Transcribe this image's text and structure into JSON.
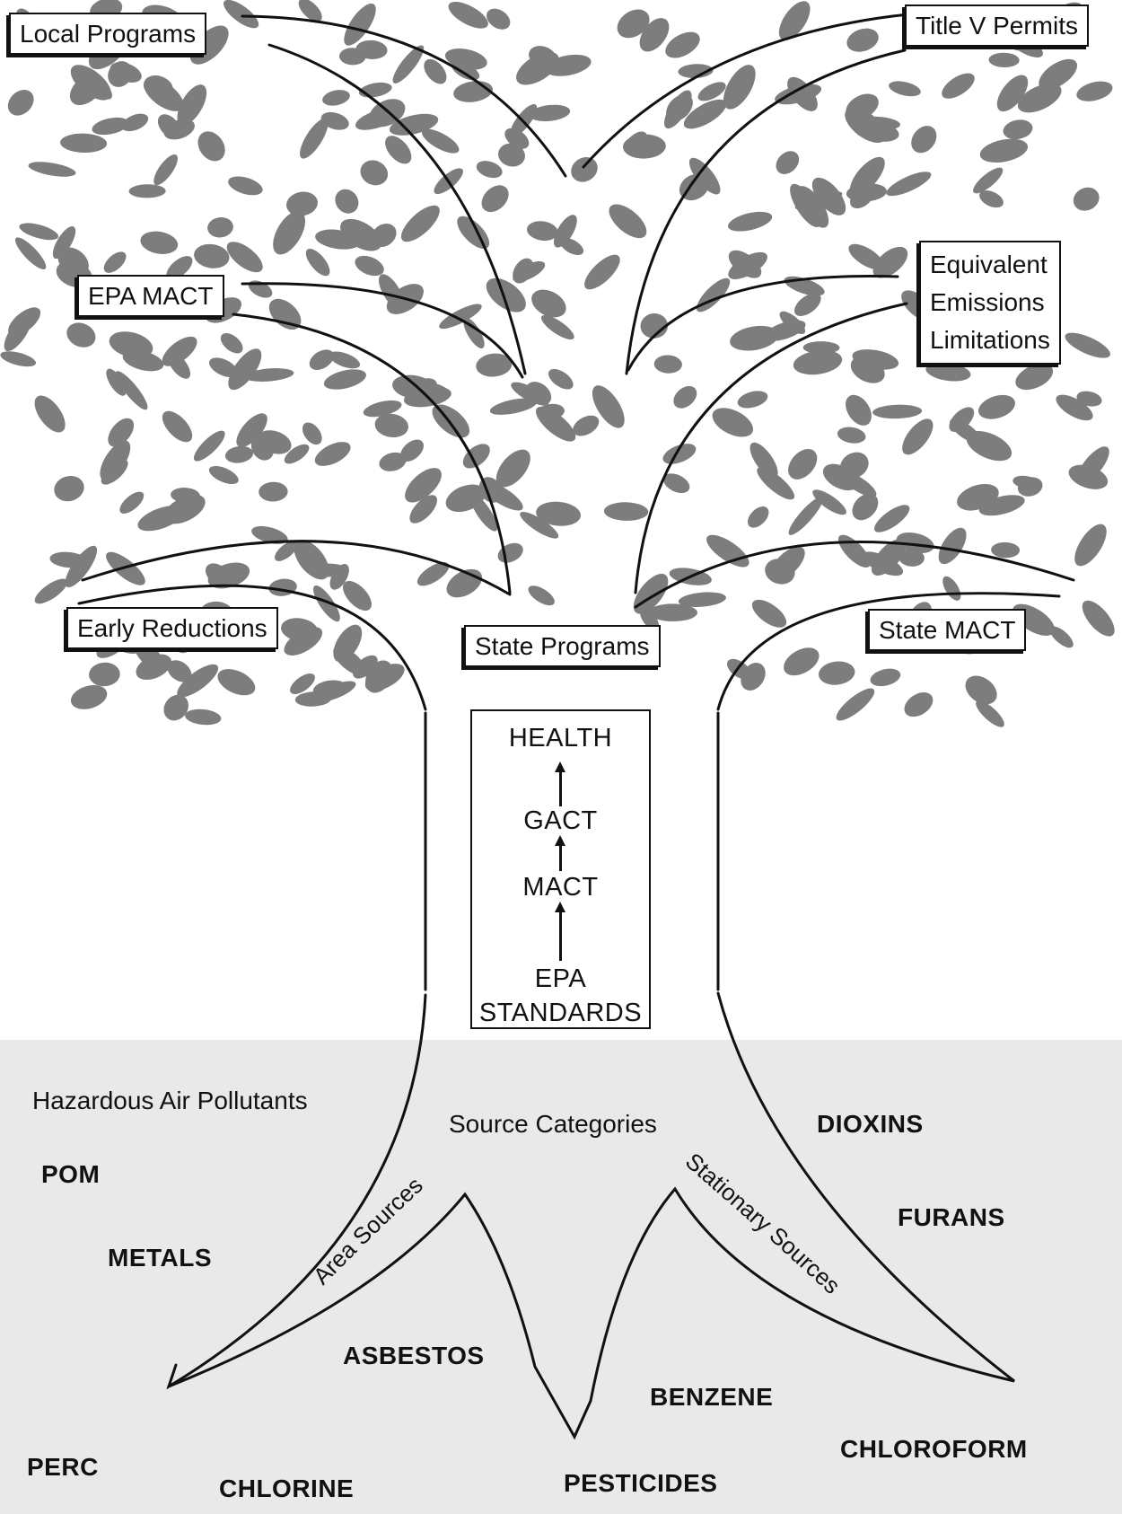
{
  "branch_labels": {
    "local_programs": "Local Programs",
    "title_v_permits": "Title V Permits",
    "epa_mact": "EPA MACT",
    "equivalent_emissions_limitations": [
      "Equivalent",
      "Emissions",
      "Limitations"
    ],
    "early_reductions": "Early Reductions",
    "state_programs": "State Programs",
    "state_mact": "State MACT"
  },
  "trunk_hierarchy": {
    "levels": [
      "HEALTH",
      "GACT",
      "MACT",
      "EPA",
      "STANDARDS"
    ]
  },
  "roots": {
    "hazardous_air_pollutants": "Hazardous Air Pollutants",
    "source_categories": "Source Categories",
    "area_sources": "Area Sources",
    "stationary_sources": "Stationary Sources"
  },
  "pollutants": {
    "pom": "POM",
    "metals": "METALS",
    "asbestos": "ASBESTOS",
    "perc": "PERC",
    "chlorine": "CHLORINE",
    "pesticides": "PESTICIDES",
    "benzene": "BENZENE",
    "chloroform": "CHLOROFORM",
    "dioxins": "DIOXINS",
    "furans": "FURANS"
  },
  "colors": {
    "foliage": "#7d7d7d",
    "ground": "#e9e9e9",
    "outline": "#111111"
  }
}
